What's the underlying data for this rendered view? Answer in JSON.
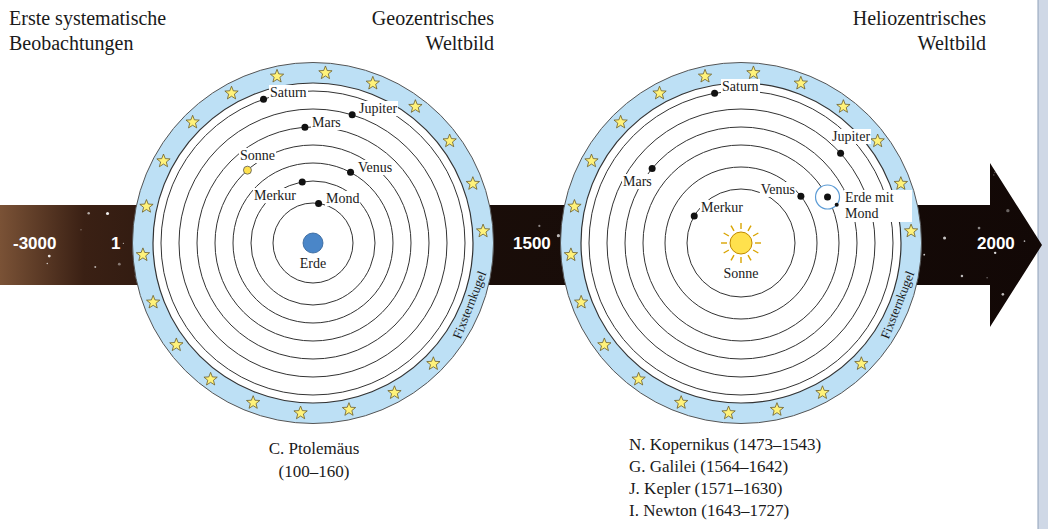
{
  "diagram": {
    "nodes": [
      {
        "text": [
          "Geozentrisches Weltbild",
          "Saturn",
          "Jupiter",
          "Mars",
          "Sonne",
          "Venus",
          "Merkur",
          "Mond",
          "Erde",
          "Fixsternkugel"
        ]
      },
      {
        "text": [
          "Heliozentrisches Weltbild",
          "Saturn",
          "Jupiter",
          "Mars",
          "Venus",
          "Erde mit Mond",
          "Merkur",
          "Sonne",
          "Fixsternkugel"
        ]
      }
    ],
    "labels": [
      "Erste systematische Beobachtungen",
      "-3000",
      "1",
      "1500",
      "2000",
      "C. Ptolemäus (100–160)",
      "N. Kopernikus (1473–1543)",
      "G. Galilei (1564–1642)",
      "J. Kepler (1571–1630)",
      "I. Newton (1643–1727)"
    ]
  }
}
